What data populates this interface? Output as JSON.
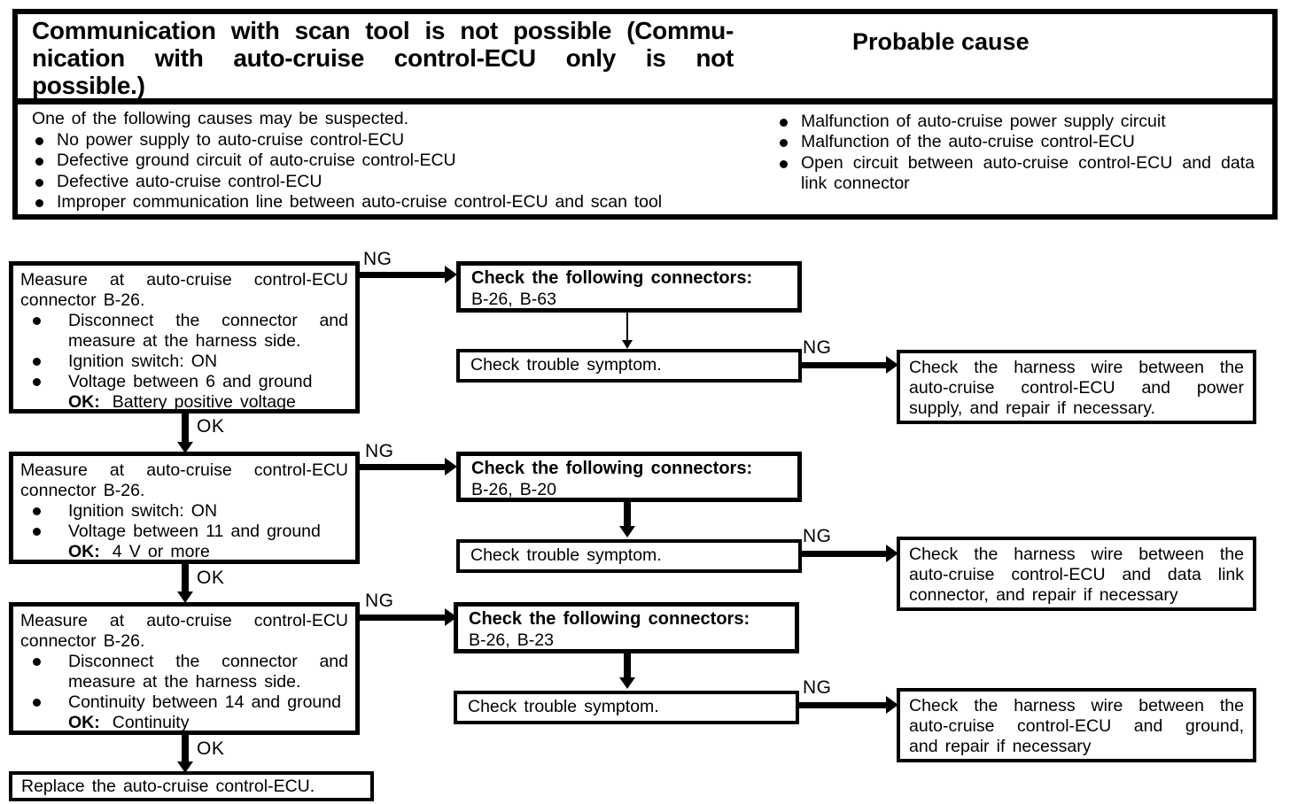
{
  "labels": {
    "ng": "NG",
    "ok": "OK",
    "ok_colon": "OK:"
  },
  "header": {
    "title_lines": [
      "Communication with scan tool is not possible (Commu-",
      "nication with auto-cruise control-ECU only is not",
      "possible.)"
    ],
    "probable_cause": "Probable cause",
    "intro": "One of the following causes may be suspected.",
    "suspected": [
      "No power supply to auto-cruise control-ECU",
      "Defective ground circuit of auto-cruise control-ECU",
      "Defective auto-cruise control-ECU",
      "Improper communication line between auto-cruise control-ECU and scan tool"
    ],
    "causes": [
      "Malfunction of auto-cruise power supply circuit",
      "Malfunction of the auto-cruise control-ECU",
      "Open circuit between auto-cruise control-ECU and data link connector"
    ]
  },
  "steps": [
    {
      "measure_lines": [
        "Measure at auto-cruise control-ECU",
        "connector B-26."
      ],
      "bullets": [
        {
          "lines": [
            "Disconnect the connector and",
            "measure at the harness side."
          ]
        },
        {
          "lines": [
            "Ignition switch: ON"
          ]
        },
        {
          "lines": [
            "Voltage between 6 and ground"
          ]
        }
      ],
      "ok_value": "Battery positive voltage",
      "connectors_title": "Check the following connectors:",
      "connectors": "B-26, B-63",
      "symptom": "Check trouble symptom.",
      "action_lines": [
        "Check the harness wire between the",
        "auto-cruise control-ECU and power",
        "supply, and repair if necessary."
      ]
    },
    {
      "measure_lines": [
        "Measure at auto-cruise control-ECU",
        "connector B-26."
      ],
      "bullets": [
        {
          "lines": [
            "Ignition switch: ON"
          ]
        },
        {
          "lines": [
            "Voltage between 11 and ground"
          ]
        }
      ],
      "ok_value": "4 V or more",
      "connectors_title": "Check the following connectors:",
      "connectors": "B-26, B-20",
      "symptom": "Check trouble symptom.",
      "action_lines": [
        "Check the harness wire between the",
        "auto-cruise control-ECU and data link",
        "connector, and repair if necessary"
      ]
    },
    {
      "measure_lines": [
        "Measure at auto-cruise control-ECU",
        "connector B-26."
      ],
      "bullets": [
        {
          "lines": [
            "Disconnect the connector and",
            "measure at the harness side."
          ]
        },
        {
          "lines": [
            "Continuity between 14 and ground"
          ]
        }
      ],
      "ok_value": "Continuity",
      "connectors_title": "Check the following connectors:",
      "connectors": "B-26, B-23",
      "symptom": "Check trouble symptom.",
      "action_lines": [
        "Check the harness wire between the",
        "auto-cruise control-ECU and ground,",
        "and repair if necessary"
      ]
    }
  ],
  "final_step": "Replace the auto-cruise control-ECU."
}
